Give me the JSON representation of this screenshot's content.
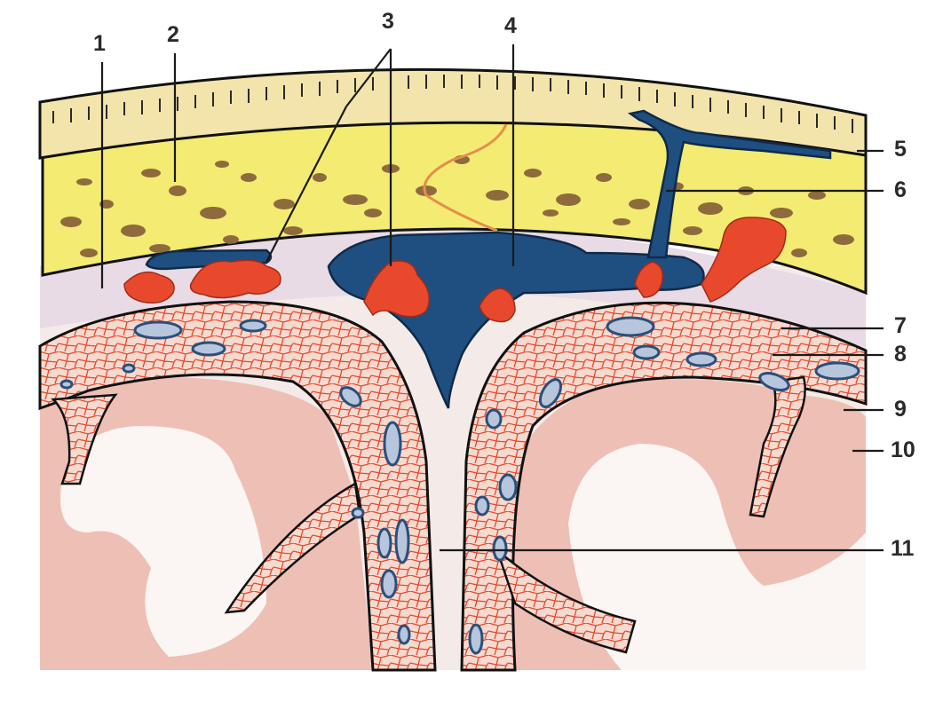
{
  "diagram": {
    "labels": {
      "l1": "1",
      "l2": "2",
      "l3": "3",
      "l4": "4",
      "l5": "5",
      "l6": "6",
      "l7": "7",
      "l8": "8",
      "l9": "9",
      "l10": "10",
      "l11": "11"
    },
    "colors": {
      "skin": "#f1e2a8",
      "bone": "#f2ea70",
      "bone_pores": "#8a6a3a",
      "dura_blue": "#1f4f80",
      "arachnoid": "#e9d9e4",
      "vessel_red": "#e8492c",
      "gray_matter": "#eebdb4",
      "white_matter": "#f7efee"
    }
  }
}
